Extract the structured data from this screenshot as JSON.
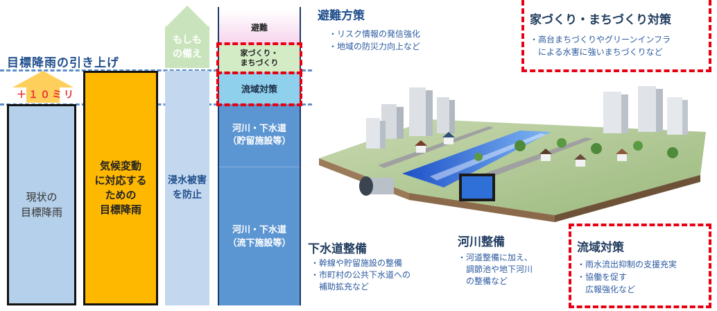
{
  "left": {
    "raise_title": "目標降雨の引き上げ",
    "plus_label": "＋１０ミリ",
    "bar_current": [
      "現状の",
      "目標降雨"
    ],
    "bar_climate": [
      "気候変動",
      "に対応する",
      "ための",
      "目標降雨"
    ],
    "bar_protect": [
      "浸水被害",
      "を防止"
    ],
    "bar_prepare": [
      "もしも",
      "の備え"
    ],
    "tower": {
      "hinan": "避難",
      "ie": [
        "家づくり・",
        "まちづくり"
      ],
      "ryuiki": "流域対策",
      "kasen1": [
        "河川・下水道",
        "（貯留施設等）"
      ],
      "kasen2": [
        "河川・下水道",
        "（流下施設等）"
      ]
    }
  },
  "hinan": {
    "heading": "避難方策",
    "items": [
      "・リスク情報の発信強化",
      "・地域の防災力向上など"
    ]
  },
  "machi": {
    "heading": "家づくり・まちづくり対策",
    "lines": [
      "・高台まちづくりやグリーンインフラ",
      "　による水害に強いまちづくりなど"
    ]
  },
  "gesui": {
    "heading": "下水道整備",
    "lines": [
      "・幹線や貯留施設の整備",
      "・市町村の公共下水道への",
      "　補助拡充など"
    ]
  },
  "kasen": {
    "heading": "河川整備",
    "lines": [
      "・河道整備に加え、",
      "　調節池や地下河川",
      "　の整備など"
    ]
  },
  "ryuiki": {
    "heading": "流域対策",
    "lines": [
      "・雨水流出抑制の支援充実",
      "・協働を促す",
      "　広報強化など"
    ]
  },
  "colors": {
    "red_dash": "#e60012",
    "navy": "#1f4e8c",
    "orange": "#ffb800",
    "light_blue": "#b5d0ea",
    "tower_blue": "#5b95d2"
  }
}
